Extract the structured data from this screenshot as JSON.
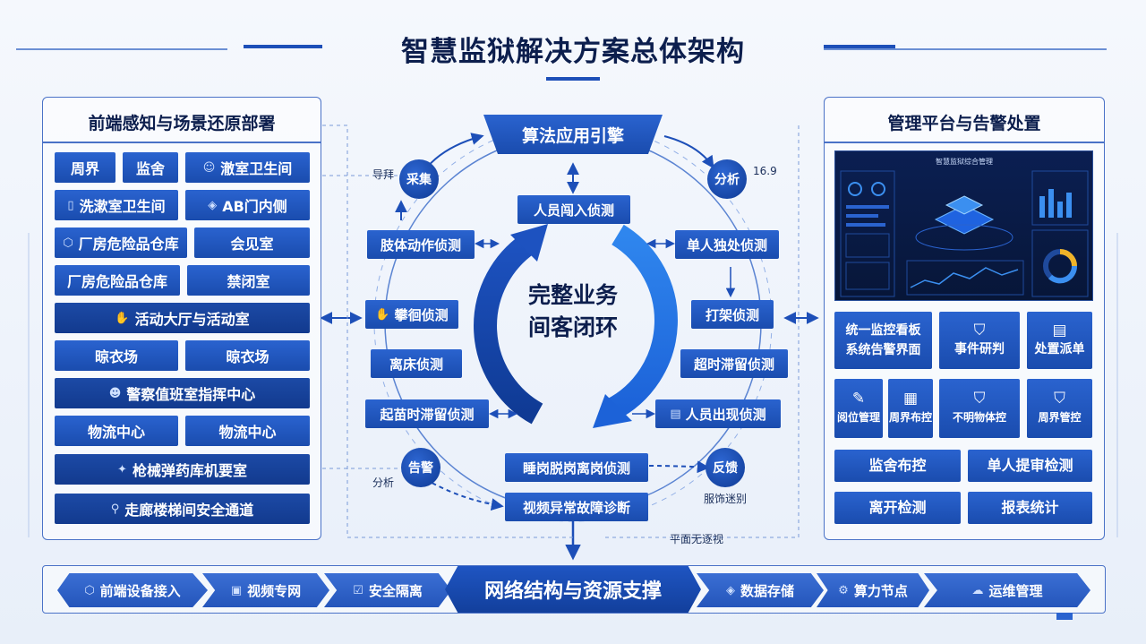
{
  "title": "智慧监狱解决方案总体架构",
  "left_panel": {
    "title": "前端感知与场景还原部署",
    "items": [
      "周界",
      "监舍",
      "澈室卫生间",
      "洗漱室卫生间",
      "AB门内侧",
      "厂房危险品仓库",
      "会见室",
      "厂房危险品仓库",
      "禁闭室",
      "活动大厅与活动室",
      "晾衣场",
      "晾衣场",
      "警察值班室指挥中心",
      "物流中心",
      "物流中心",
      "枪械弹药库机要室",
      "走廊楼梯间安全通道"
    ]
  },
  "center": {
    "engine": "算法应用引擎",
    "core_text_1": "完整业务",
    "core_text_2": "间客闭环",
    "stages": [
      "采集",
      "分析",
      "告警",
      "反馈"
    ],
    "detections": [
      "人员闯入侦测",
      "肢体动作侦测",
      "单人独处侦测",
      "攀徊侦测",
      "打架侦测",
      "离床侦测",
      "超时滞留侦测",
      "起苗时滞留侦测",
      "人员出现侦测",
      "睡岗脱岗离岗侦测",
      "视频异常故障诊断"
    ],
    "notes": {
      "n1": "导拜",
      "n2": "16.9",
      "n3": "分析",
      "n4": "服饰迷别",
      "n5": "平面无逐视"
    }
  },
  "right_panel": {
    "title": "管理平台与告警处置",
    "dashboard_title": "智慧监狱综合管理",
    "items": [
      "统一监控看板",
      "系统告警界面",
      "事件研判",
      "处置派单",
      "阅位管理",
      "周界布控",
      "不明物体控",
      "周界管控",
      "监舍布控",
      "单人提审检测",
      "离开检测",
      "报表统计"
    ]
  },
  "bottom": {
    "center": "网络结构与资源支撑",
    "items": [
      "前端设备接入",
      "视频专网",
      "安全隔离",
      "数据存储",
      "算力节点",
      "运维管理"
    ]
  }
}
